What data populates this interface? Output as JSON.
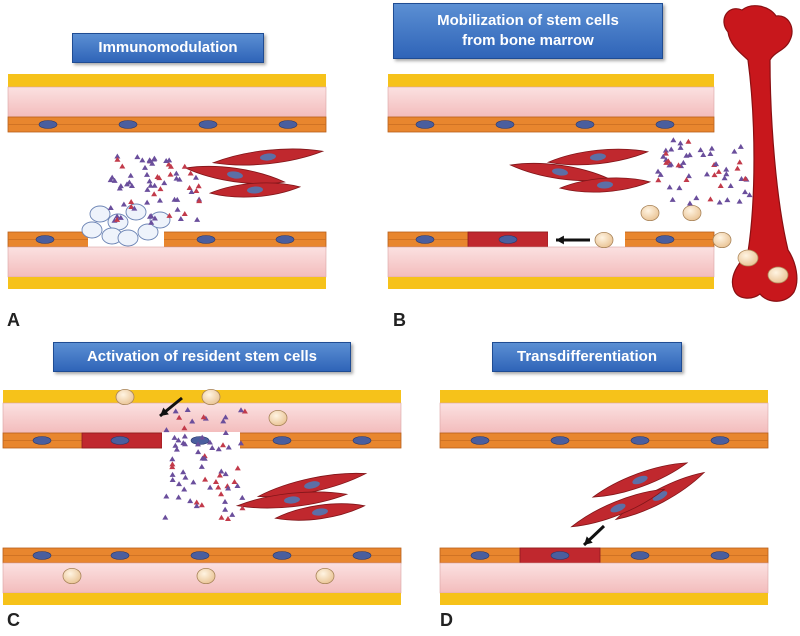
{
  "panels": [
    {
      "letter": "A",
      "title": "Immunomodulation"
    },
    {
      "letter": "B",
      "title": "Mobilization of stem cells from bone marrow",
      "title_line1": "Mobilization of stem cells",
      "title_line2": "from bone marrow"
    },
    {
      "letter": "C",
      "title": "Activation of resident stem cells"
    },
    {
      "letter": "D",
      "title": "Transdifferentiation"
    }
  ],
  "colors": {
    "title_box": "#3a72c4",
    "adventitia": "#f6c21a",
    "lumen": "#f9d3d3",
    "endothelium": "#e8862e",
    "nucleus": "#4a5e9e",
    "smooth_muscle": "#c0282e",
    "bone": "#c8171c",
    "stem_cell": "#f4d7b0"
  }
}
